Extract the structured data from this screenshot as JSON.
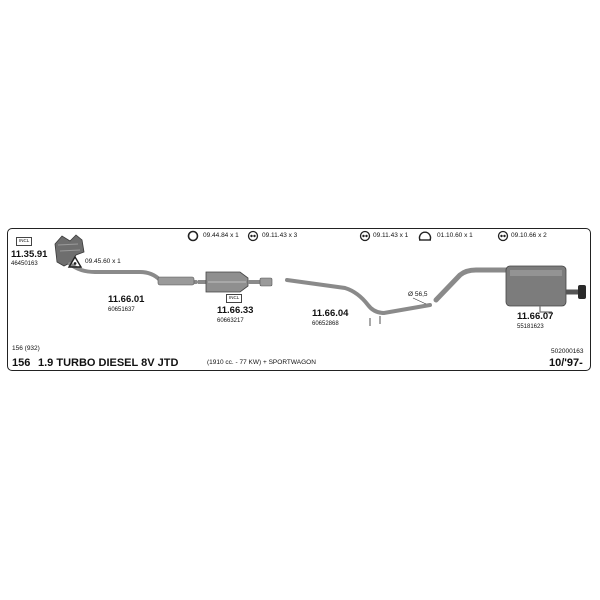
{
  "parts": [
    {
      "number": "11.35.91",
      "oem": "46450163",
      "incl_label": "INCL"
    },
    {
      "number": "11.66.01",
      "oem": "60651637"
    },
    {
      "number": "11.66.33",
      "oem": "60663217",
      "incl_label": "INCL"
    },
    {
      "number": "11.66.04",
      "oem": "60652868"
    },
    {
      "number": "11.66.07",
      "oem": "55181623"
    }
  ],
  "accessories": [
    {
      "code": "09.44.84 x 1",
      "icon": "ring-gasket-icon"
    },
    {
      "code": "09.11.43 x 3",
      "icon": "rubber-mount-icon"
    },
    {
      "code": "09.11.43 x 1",
      "icon": "rubber-mount-icon"
    },
    {
      "code": "01.10.60 x 1",
      "icon": "clamp-icon"
    },
    {
      "code": "09.10.66 x 2",
      "icon": "rubber-mount-icon"
    },
    {
      "code": "09.45.60 x 1",
      "icon": "triangle-gasket-icon"
    }
  ],
  "diameter": "Ø 56,5",
  "model_code": "156 (932)",
  "ref_code": "502000163",
  "vehicle": {
    "model": "156",
    "engine": "1.9 TURBO DIESEL 8V JTD",
    "details": "(1910 cc. - 77 KW)  + SPORTWAGON",
    "date": "10/'97-"
  }
}
